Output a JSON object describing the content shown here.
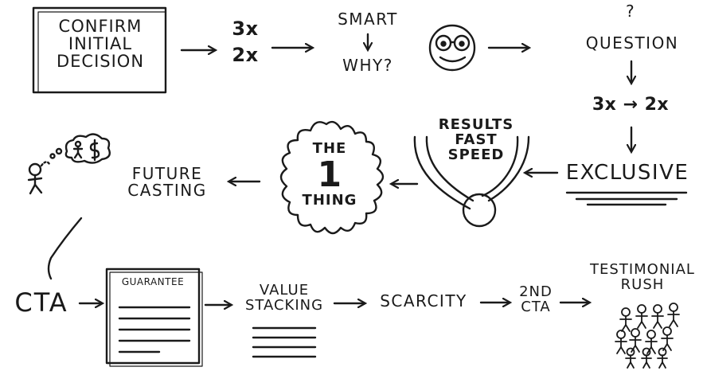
{
  "nodes": {
    "confirm": [
      "CONFIRM",
      "INITIAL",
      "DECISION"
    ],
    "ratio_top": "3x",
    "ratio_bottom": "2x",
    "smart": "SMART",
    "why": "WHY?",
    "question_mark": "?",
    "question": "QUESTION",
    "ratio_row": "3x → 2x",
    "exclusive": "EXCLUSIVE",
    "results": [
      "RESULTS",
      "FAST",
      "SPEED"
    ],
    "one_thing": [
      "THE",
      "1",
      "THING"
    ],
    "future_casting": [
      "FUTURE",
      "CASTING"
    ],
    "cta": "CTA",
    "guarantee": "GUARANTEE",
    "value_stacking": [
      "VALUE",
      "STACKING"
    ],
    "scarcity": "SCARCITY",
    "second_cta": [
      "2ND",
      "CTA"
    ],
    "testimonial_rush": [
      "TESTIMONIAL",
      "RUSH"
    ]
  },
  "icons": {
    "face": "smiling-face-with-glasses-icon",
    "dream": "stick-figure-dreaming-of-money-icon",
    "crowd": "stick-figure-crowd-icon",
    "magnet": "horseshoe-magnet-icon",
    "document": "guarantee-document-icon"
  },
  "colors": {
    "ink": "#1a1a1a",
    "background": "#ffffff"
  }
}
